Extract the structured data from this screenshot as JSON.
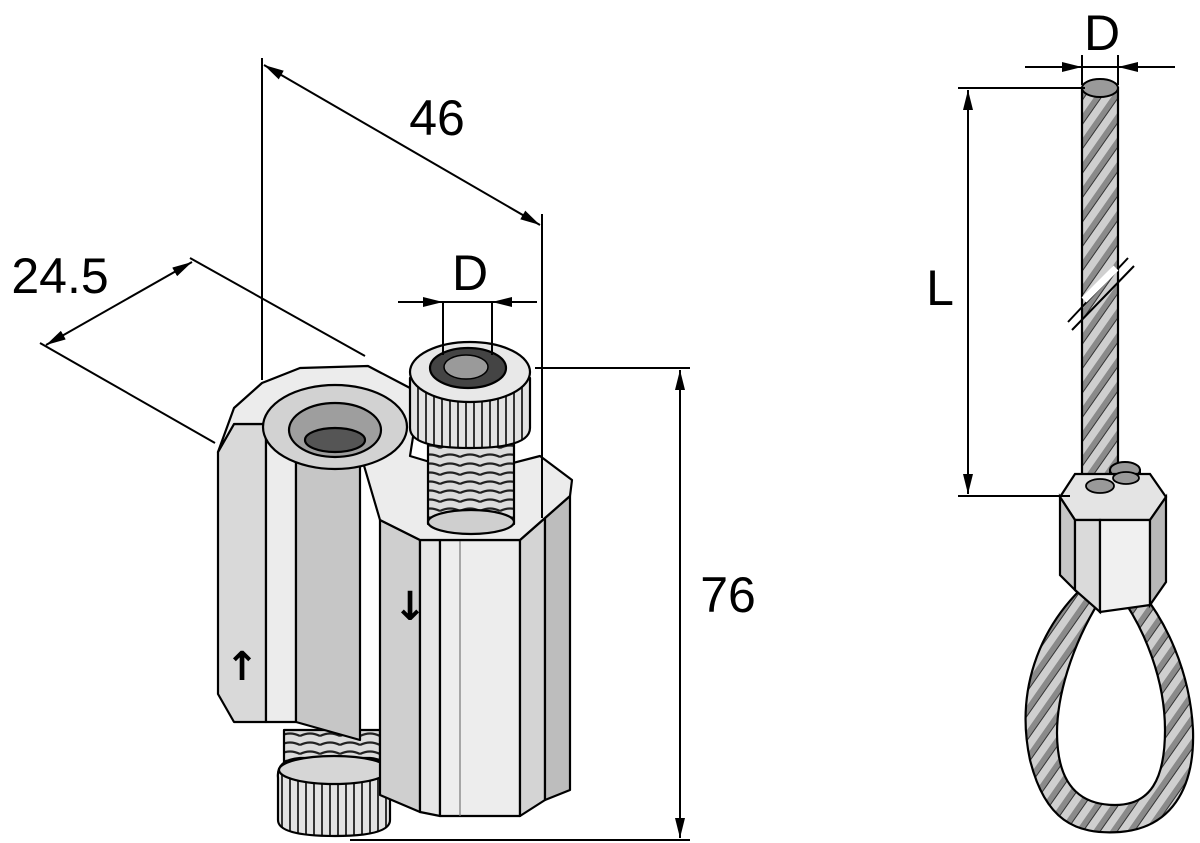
{
  "dimensions": {
    "height_76": "76",
    "width_46": "46",
    "depth_24_5": "24.5",
    "screw_diameter": "D",
    "cable_diameter": "D",
    "cable_length": "L"
  },
  "markings": {
    "arrow_up": "↑",
    "arrow_down": "↓"
  },
  "colors": {
    "metal_light": "#ececec",
    "metal_mid": "#d8d8d8",
    "metal_dark": "#b4b4b4",
    "line": "#000000"
  }
}
